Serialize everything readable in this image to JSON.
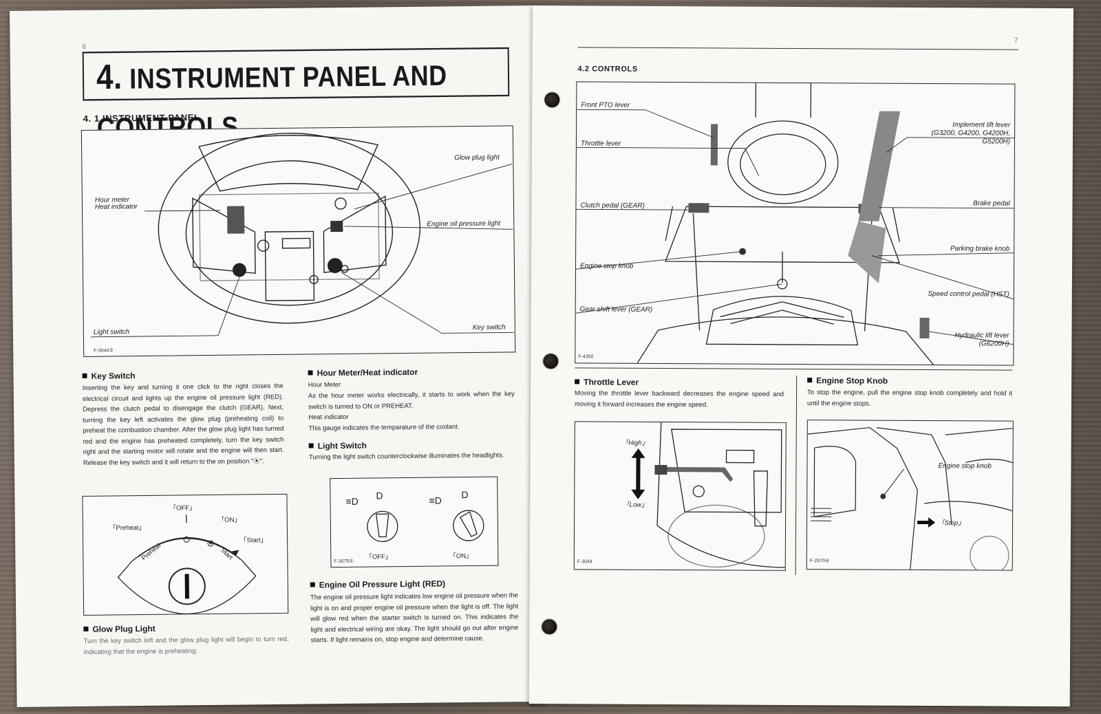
{
  "left_page": {
    "page_number": "6",
    "title_number": "4.",
    "title_text": "INSTRUMENT PANEL AND CONTROLS",
    "section_title": "4. 1 INSTRUMENT PANEL",
    "figure_labels": {
      "glow_plug_light": "Glow plug light",
      "hour_meter": "Hour meter",
      "heat_indicator": "Heat indicator",
      "engine_oil_pressure_light": "Engine oil pressure light",
      "light_switch": "Light switch",
      "key_switch": "Key switch",
      "figure_code": "F-3044③"
    },
    "key_switch": {
      "heading": "Key Switch",
      "body": "Inserting the key and turning it one click to the right closes the electrical circuit and lights up the engine oil pressure light (RED). Depress the clutch pedal to disengage the clutch (GEAR). Next, turning the key left activates the glow plug (preheating coil) to preheat the combustion chamber. After the glow plug light has turned red and the engine has preheated completely, turn the key switch right and the starting motor will rotate and the engine will then start. Release the key switch and it will return to the on position \"⦿\"."
    },
    "key_diagram": {
      "off": "「OFF」",
      "on": "「ON」",
      "preheat": "「Preheat」",
      "start": "「Start」",
      "preheat_arc": "Preheat",
      "start_arc": "Start"
    },
    "glow_plug": {
      "heading": "Glow Plug Light",
      "body": "Turn the key switch left and the glow plug light will begin to turn red, indicating that the engine is preheating."
    },
    "hour_meter": {
      "heading": "Hour Meter/Heat indicator",
      "sub1": "Hour Meter",
      "body1": "As the hour meter works electrically, it starts to work when the key switch is turned to ON or PREHEAT.",
      "sub2": "Heat indicator",
      "body2": "This gauge indicates the temparature of the coolant."
    },
    "light_switch": {
      "heading": "Light Switch",
      "body": "Turning the light switch counterclockwise illuminates the headlights.",
      "off": "「OFF」",
      "on": "「ON」",
      "figure_code": "F-3075①"
    },
    "oil_pressure": {
      "heading": "Engine Oil Pressure Light (RED)",
      "body": "The engine oil pressure light indicates low engine oil pressure when the light is on and proper engine oil pressure when the light is off. The light will glow red when the starter switch is turned on. This indicates the light and electrical wiring are okay. The light should go out after engine starts. If light remains on, stop engine and determine cause."
    }
  },
  "right_page": {
    "page_number": "7",
    "section_title": "4.2 CONTROLS",
    "figure_labels": {
      "front_pto": "Front PTO lever",
      "throttle": "Throttle lever",
      "clutch": "Clutch pedal (GEAR)",
      "engine_stop": "Engine stop knob",
      "gear_shift": "Gear shift lever (GEAR)",
      "implement_lift": "Implement lift lever",
      "implement_models": "(G3200, G4200, G4200H,",
      "implement_models2": "G5200H)",
      "brake": "Brake pedal",
      "parking_brake": "Parking brake knob",
      "speed_control": "Speed control pedal (HST)",
      "hydraulic_lift": "Hydraulic lift lever",
      "hydraulic_models": "(G6200H)",
      "figure_code": "F-4350"
    },
    "throttle": {
      "heading": "Throttle Lever",
      "body": "Moving the throttle lever backward decreases the engine speed and moving it forward increases the engine speed.",
      "high": "「High」",
      "low": "「Low」",
      "figure_code": "F-3044"
    },
    "engine_stop": {
      "heading": "Engine Stop Knob",
      "body": "To stop the engine, pull the engine stop knob completely and hold it until the engine stops.",
      "label": "Engine stop knob",
      "stop": "「Stop」",
      "figure_code": "F-2970④"
    }
  }
}
